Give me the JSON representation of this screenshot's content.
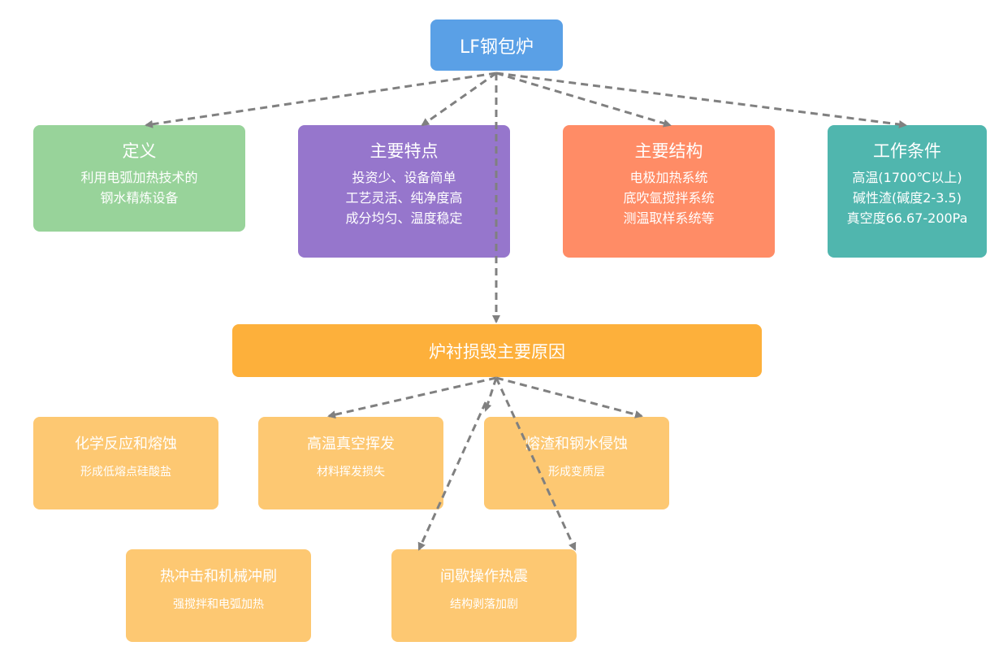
{
  "root": {
    "title": "LF钢包炉"
  },
  "definition": {
    "title": "定义",
    "lines": [
      "利用电弧加热技术的",
      "钢水精炼设备"
    ]
  },
  "features": {
    "title": "主要特点",
    "lines": [
      "投资少、设备简单",
      "工艺灵活、纯净度高",
      "成分均匀、温度稳定"
    ]
  },
  "structure": {
    "title": "主要结构",
    "lines": [
      "电极加热系统",
      "底吹氩搅拌系统",
      "测温取样系统等"
    ]
  },
  "conditions": {
    "title": "工作条件",
    "lines": [
      "高温(1700℃以上)",
      "碱性渣(碱度2-3.5)",
      "真空度66.67-200Pa"
    ]
  },
  "lining_damage": {
    "title": "炉衬损毁主要原因"
  },
  "causes": [
    {
      "title": "化学反应和熔蚀",
      "subtitle": "形成低熔点硅酸盐"
    },
    {
      "title": "高温真空挥发",
      "subtitle": "材料挥发损失"
    },
    {
      "title": "熔渣和钢水侵蚀",
      "subtitle": "形成变质层"
    },
    {
      "title": "热冲击和机械冲刷",
      "subtitle": "强搅拌和电弧加热"
    },
    {
      "title": "间歇操作热震",
      "subtitle": "结构剥落加剧"
    }
  ],
  "colors": {
    "root": "#5aa0e6",
    "definition": "#98d39a",
    "features": "#9676cc",
    "structure": "#ff8c66",
    "conditions": "#50b6ae",
    "lining_damage": "#fdb03b",
    "causes": "#fdc872",
    "edge": "#808080"
  }
}
